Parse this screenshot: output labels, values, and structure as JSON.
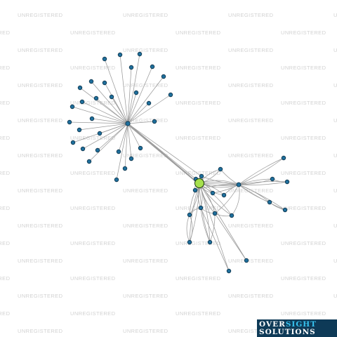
{
  "watermark": {
    "text": "UNREGISTERED"
  },
  "logo": {
    "line1_a": "OVER",
    "line1_b": "SIGHT",
    "line2": "SOLUTIONS"
  },
  "colors": {
    "background": "#ffffff",
    "edge": "#9a9a9a",
    "node": "#1f6f9c",
    "main_node": "#a6e04e",
    "logo_bg": "#0e3a57",
    "logo_accent": "#37c3f0"
  }
}
